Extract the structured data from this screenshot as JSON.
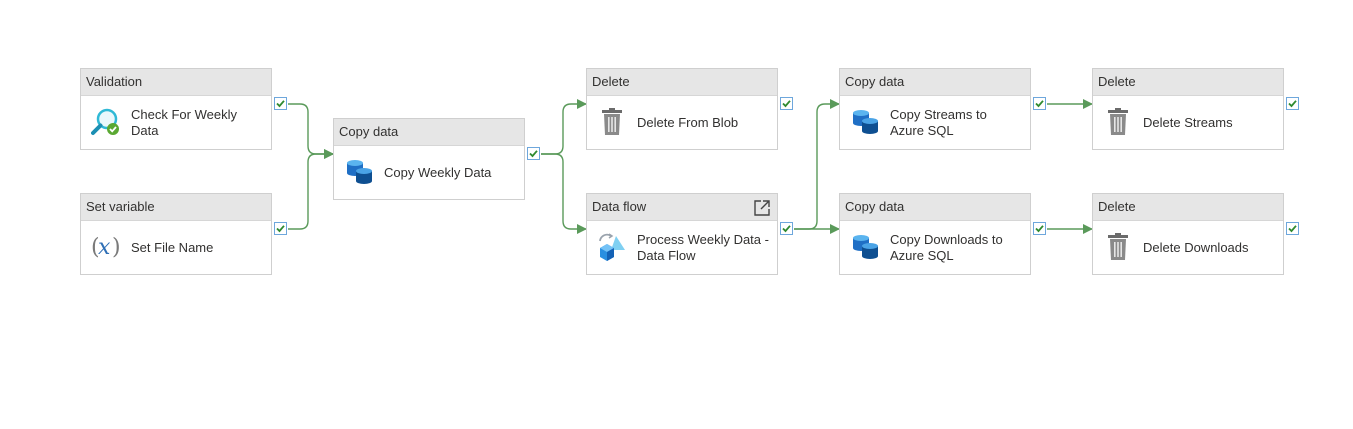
{
  "pipeline": {
    "activities": [
      {
        "id": "validation",
        "type": "Validation",
        "name": "Check For Weekly Data"
      },
      {
        "id": "setvariable",
        "type": "Set variable",
        "name": "Set File Name"
      },
      {
        "id": "copyweekly",
        "type": "Copy data",
        "name": "Copy Weekly Data"
      },
      {
        "id": "deleteblob",
        "type": "Delete",
        "name": "Delete From Blob"
      },
      {
        "id": "dataflow",
        "type": "Data flow",
        "name": "Process Weekly Data - Data Flow"
      },
      {
        "id": "copystreams",
        "type": "Copy data",
        "name": "Copy Streams to Azure SQL"
      },
      {
        "id": "copydownloads",
        "type": "Copy data",
        "name": "Copy Downloads to Azure SQL"
      },
      {
        "id": "deletestreams",
        "type": "Delete",
        "name": "Delete Streams"
      },
      {
        "id": "deletedownloads",
        "type": "Delete",
        "name": "Delete Downloads"
      }
    ],
    "dependencies": [
      {
        "from": "validation",
        "to": "copyweekly",
        "condition": "Succeeded"
      },
      {
        "from": "setvariable",
        "to": "copyweekly",
        "condition": "Succeeded"
      },
      {
        "from": "copyweekly",
        "to": "deleteblob",
        "condition": "Succeeded"
      },
      {
        "from": "copyweekly",
        "to": "dataflow",
        "condition": "Succeeded"
      },
      {
        "from": "dataflow",
        "to": "copystreams",
        "condition": "Succeeded"
      },
      {
        "from": "dataflow",
        "to": "copydownloads",
        "condition": "Succeeded"
      },
      {
        "from": "copystreams",
        "to": "deletestreams",
        "condition": "Succeeded"
      },
      {
        "from": "copydownloads",
        "to": "deletedownloads",
        "condition": "Succeeded"
      }
    ]
  },
  "colors": {
    "connector": "#5a9a5a",
    "success_check": "#2f8a2f",
    "status_border": "#6ea7dc",
    "header_bg": "#e6e6e6",
    "card_border": "#cfcfcf",
    "copy_icon": "#1f6fc5",
    "delete_icon": "#6b6b6b",
    "validation_icon": "#2fb9d6"
  },
  "icons": {
    "validation": "magnifier-check-icon",
    "setvariable": "variable-x-icon",
    "copyweekly": "copy-data-icon",
    "deleteblob": "trash-icon",
    "dataflow": "data-flow-icon",
    "copystreams": "copy-data-icon",
    "copydownloads": "copy-data-icon",
    "deletestreams": "trash-icon",
    "deletedownloads": "trash-icon",
    "open_dataflow": "open-external-icon",
    "status": "success-check-icon"
  }
}
